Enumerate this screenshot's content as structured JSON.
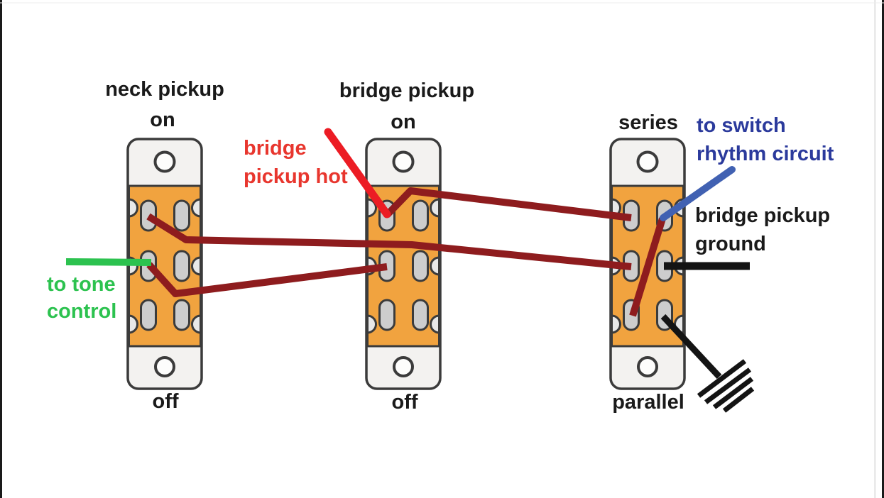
{
  "diagram": {
    "description": "Guitar slide-switch wiring diagram with three slide switches",
    "switches": [
      {
        "name": "neck pickup switch",
        "label": "neck pickup",
        "top_state": "on",
        "bottom_state": "off"
      },
      {
        "name": "bridge pickup switch",
        "label": "bridge pickup",
        "top_state": "on",
        "bottom_state": "off"
      },
      {
        "name": "series parallel switch",
        "label": "",
        "top_state": "series",
        "bottom_state": "parallel"
      }
    ],
    "annotations": {
      "bridge_pickup_hot": {
        "line1": "bridge",
        "line2": "pickup hot",
        "color": "#E8362E"
      },
      "to_tone_control": {
        "line1": "to tone",
        "line2": "control",
        "color": "#2CC24F"
      },
      "to_switch_rhythm": {
        "line1": "to switch",
        "line2": "rhythm circuit",
        "color": "#2B3A9C"
      },
      "bridge_pickup_ground": {
        "line1": "bridge pickup",
        "line2": "ground",
        "color": "#1a1a1a"
      }
    },
    "colors": {
      "wire_dark_red": "#8E1C1E",
      "wire_bright_red": "#EC1C24",
      "wire_green": "#2CC24F",
      "wire_blue": "#4161B2",
      "wire_black": "#141414",
      "switch_body": "#F3F2F0",
      "contact_plate": "#F1A33F",
      "contact_slot": "#CDCDCD",
      "switch_outline": "#3B3B3B",
      "frame_line": "#1a1a1a"
    }
  }
}
